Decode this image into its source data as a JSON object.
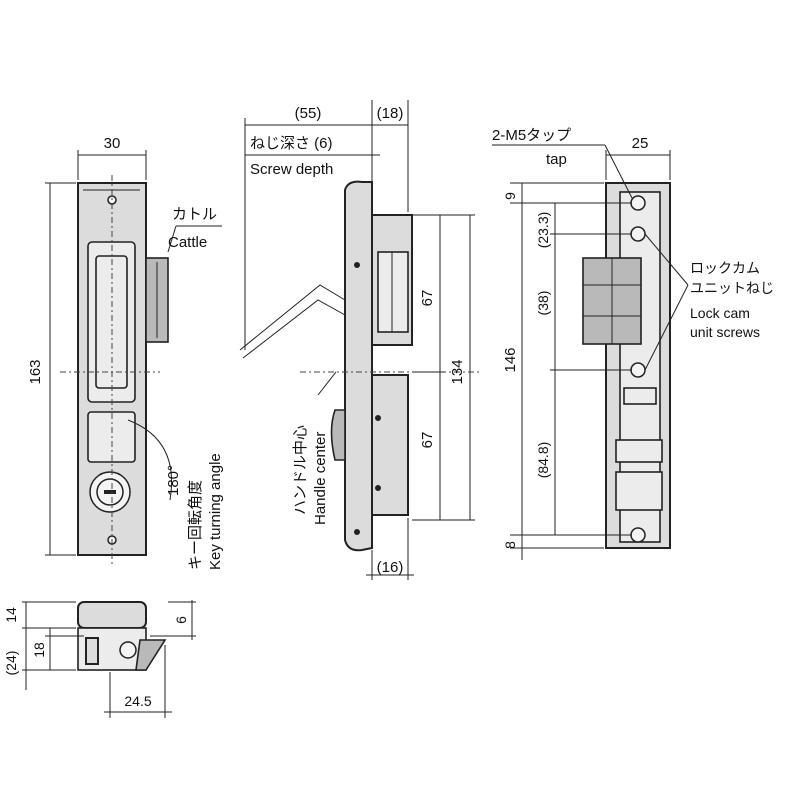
{
  "dimensions": {
    "front_width": "30",
    "front_height": "163",
    "side_depth": "(55)",
    "side_top": "(18)",
    "screw_depth_jp": "ねじ深さ (6)",
    "screw_depth_en": "Screw depth",
    "upper_height": "67",
    "lower_height": "67",
    "total_height": "134",
    "bottom_offset": "(16)",
    "rear_width": "25",
    "rear_top": "9",
    "rear_total": "146",
    "rear_bottom": "8",
    "rear_233": "(23.3)",
    "rear_38": "(38)",
    "rear_848": "(84.8)",
    "bottom_14": "14",
    "bottom_18": "18",
    "bottom_24": "(24)",
    "bottom_6": "6",
    "bottom_245": "24.5",
    "key_angle": "180°"
  },
  "labels": {
    "cattle_jp": "カトル",
    "cattle_en": "Cattle",
    "key_angle_jp": "キー回転角度",
    "key_angle_en": "Key turning angle",
    "handle_center_jp": "ハンドル中心",
    "handle_center_en": "Handle center",
    "tap_jp": "2-M5タップ",
    "tap_en": "tap",
    "lockcam_jp1": "ロックカム",
    "lockcam_jp2": "ユニットねじ",
    "lockcam_en1": "Lock cam",
    "lockcam_en2": "unit screws"
  }
}
